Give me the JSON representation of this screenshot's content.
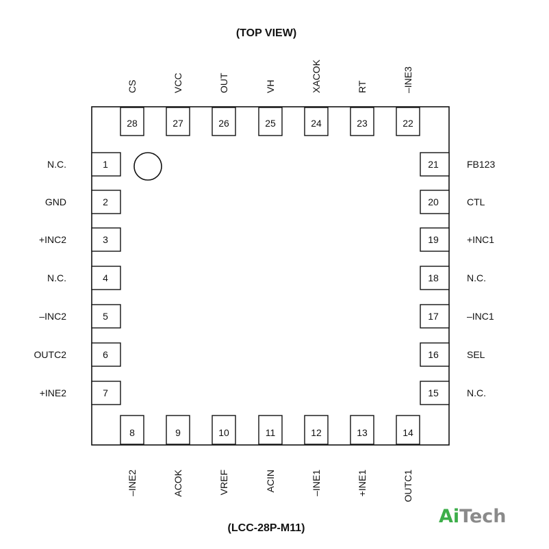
{
  "title": "(TOP VIEW)",
  "package": "(LCC-28P-M11)",
  "logo": {
    "ai": "Ai",
    "tech": "Tech",
    "ai_color": "#3dae4a",
    "tech_color": "#8a8a8a"
  },
  "pins": {
    "top": [
      {
        "num": "28",
        "name": "CS"
      },
      {
        "num": "27",
        "name": "VCC"
      },
      {
        "num": "26",
        "name": "OUT"
      },
      {
        "num": "25",
        "name": "VH"
      },
      {
        "num": "24",
        "name": "XACOK"
      },
      {
        "num": "23",
        "name": "RT"
      },
      {
        "num": "22",
        "name": "–INE3"
      }
    ],
    "left": [
      {
        "num": "1",
        "name": "N.C."
      },
      {
        "num": "2",
        "name": "GND"
      },
      {
        "num": "3",
        "name": "+INC2"
      },
      {
        "num": "4",
        "name": "N.C."
      },
      {
        "num": "5",
        "name": "–INC2"
      },
      {
        "num": "6",
        "name": "OUTC2"
      },
      {
        "num": "7",
        "name": "+INE2"
      }
    ],
    "right": [
      {
        "num": "21",
        "name": "FB123"
      },
      {
        "num": "20",
        "name": "CTL"
      },
      {
        "num": "19",
        "name": "+INC1"
      },
      {
        "num": "18",
        "name": "N.C."
      },
      {
        "num": "17",
        "name": "–INC1"
      },
      {
        "num": "16",
        "name": "SEL"
      },
      {
        "num": "15",
        "name": "N.C."
      }
    ],
    "bottom": [
      {
        "num": "8",
        "name": "–INE2"
      },
      {
        "num": "9",
        "name": "ACOK"
      },
      {
        "num": "10",
        "name": "VREF"
      },
      {
        "num": "11",
        "name": "ACIN"
      },
      {
        "num": "12",
        "name": "–INE1"
      },
      {
        "num": "13",
        "name": "+INE1"
      },
      {
        "num": "14",
        "name": "OUTC1"
      }
    ]
  }
}
